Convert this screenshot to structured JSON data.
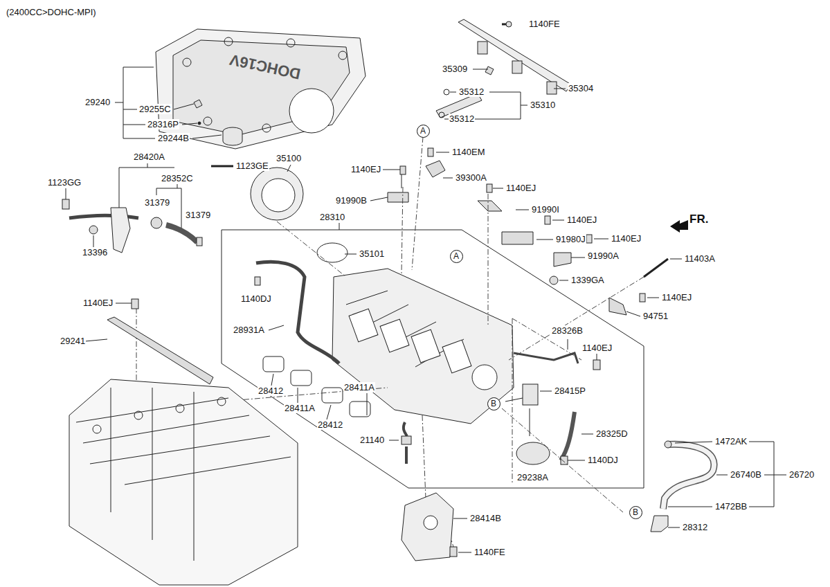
{
  "diagram": {
    "nodes": [
      {
        "text": [
          "A"
        ]
      },
      {
        "text": [
          "A"
        ]
      },
      {
        "text": [
          "B"
        ]
      },
      {
        "text": [
          "B"
        ]
      }
    ],
    "labels": [
      "(2400CC>DOHC-MPI)",
      "1140FE",
      "35309",
      "35312",
      "35304",
      "35310",
      "35312",
      "29240",
      "29255C",
      "28316P",
      "29244B",
      "1140EM",
      "1123GE",
      "35100",
      "1140EJ",
      "39300A",
      "28420A",
      "28352C",
      "1123GG",
      "1140EJ",
      "91990B",
      "31379",
      "31379",
      "28310",
      "91990I",
      "1140EJ",
      "13396",
      "91980J",
      "1140EJ",
      "35101",
      "91990A",
      "11403A",
      "1339GA",
      "1140DJ",
      "1140EJ",
      "1140EJ",
      "94751",
      "28326B",
      "28931A",
      "29241",
      "1140EJ",
      "28412",
      "28411A",
      "28415P",
      "28411A",
      "28412",
      "28325D",
      "21140",
      "1472AK",
      "26740B",
      "26720",
      "1140DJ",
      "29238A",
      "1472BB",
      "28414B",
      "28312",
      "1140FE",
      "FR.",
      "DOHC16V"
    ]
  }
}
